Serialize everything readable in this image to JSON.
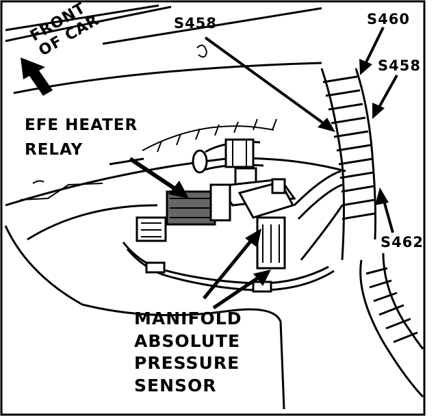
{
  "figure": {
    "front_label_line1": "FRONT",
    "front_label_line2": "OF CAR",
    "efe_label_line1": "EFE HEATER",
    "efe_label_line2": "RELAY",
    "map_label_line1": "MANIFOLD",
    "map_label_line2": "ABSOLUTE",
    "map_label_line3": "PRESSURE",
    "map_label_line4": "SENSOR",
    "splice_s458_left": "S458",
    "splice_s460": "S460",
    "splice_s458_right": "S458",
    "splice_s462": "S462"
  },
  "colors": {
    "ink": "#000000",
    "paper": "#ffffff",
    "shade": "#555555"
  }
}
